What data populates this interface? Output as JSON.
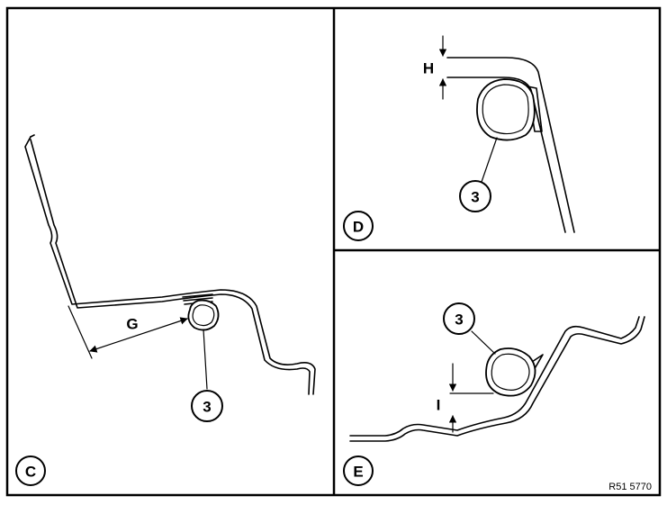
{
  "panels": {
    "c": {
      "label": "C",
      "dimension": "G",
      "part_number": "3"
    },
    "d": {
      "label": "D",
      "dimension": "H",
      "part_number": "3"
    },
    "e": {
      "label": "E",
      "dimension": "I",
      "part_number": "3"
    }
  },
  "reference_code": "R51 5770"
}
